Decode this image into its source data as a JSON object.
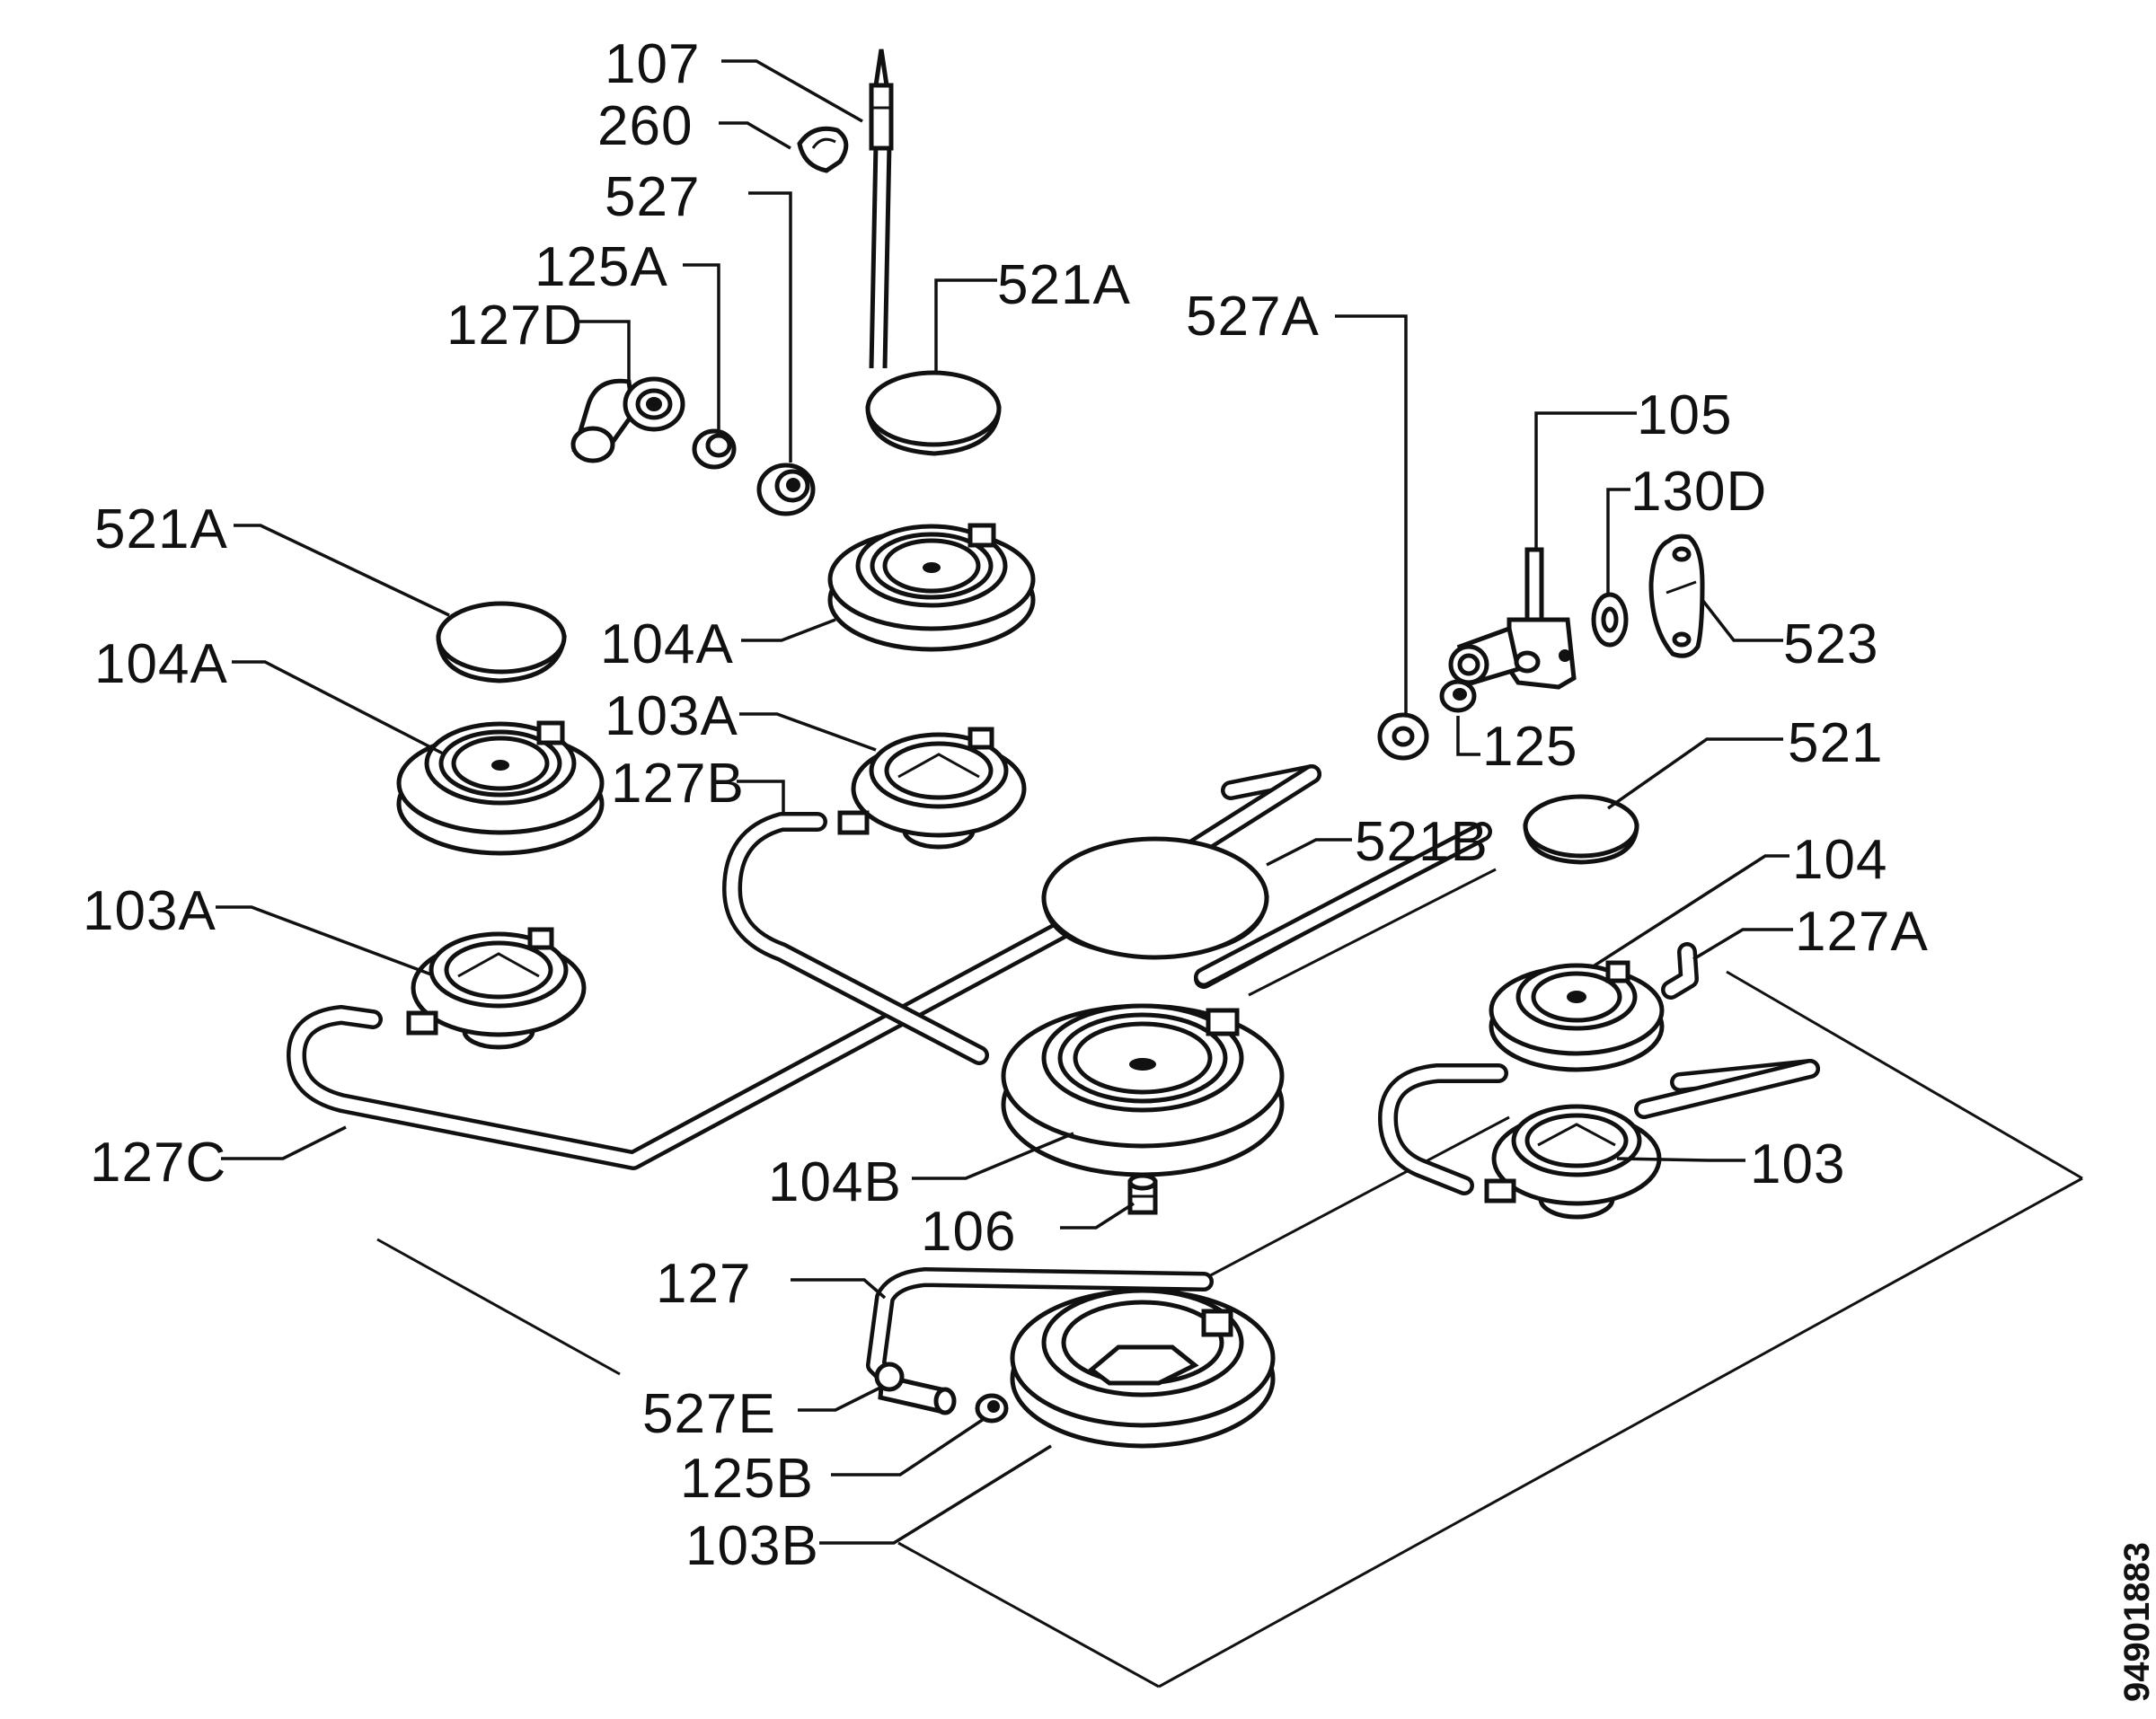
{
  "diagram": {
    "doc_id": "94901883",
    "labels": {
      "l107": "107",
      "l260": "260",
      "l527": "527",
      "l125A": "125A",
      "l127D": "127D",
      "l521A_top": "521A",
      "l527A": "527A",
      "l105": "105",
      "l130D": "130D",
      "l523": "523",
      "l521A_left": "521A",
      "l104A_right": "104A",
      "l104A_left": "104A",
      "l103A_right": "103A",
      "l127B": "127B",
      "l125": "125",
      "l521": "521",
      "l521B": "521B",
      "l104": "104",
      "l127A": "127A",
      "l103A_left": "103A",
      "l127C": "127C",
      "l104B": "104B",
      "l103": "103",
      "l106": "106",
      "l127": "127",
      "l527E": "527E",
      "l125B": "125B",
      "l103B": "103B"
    }
  }
}
